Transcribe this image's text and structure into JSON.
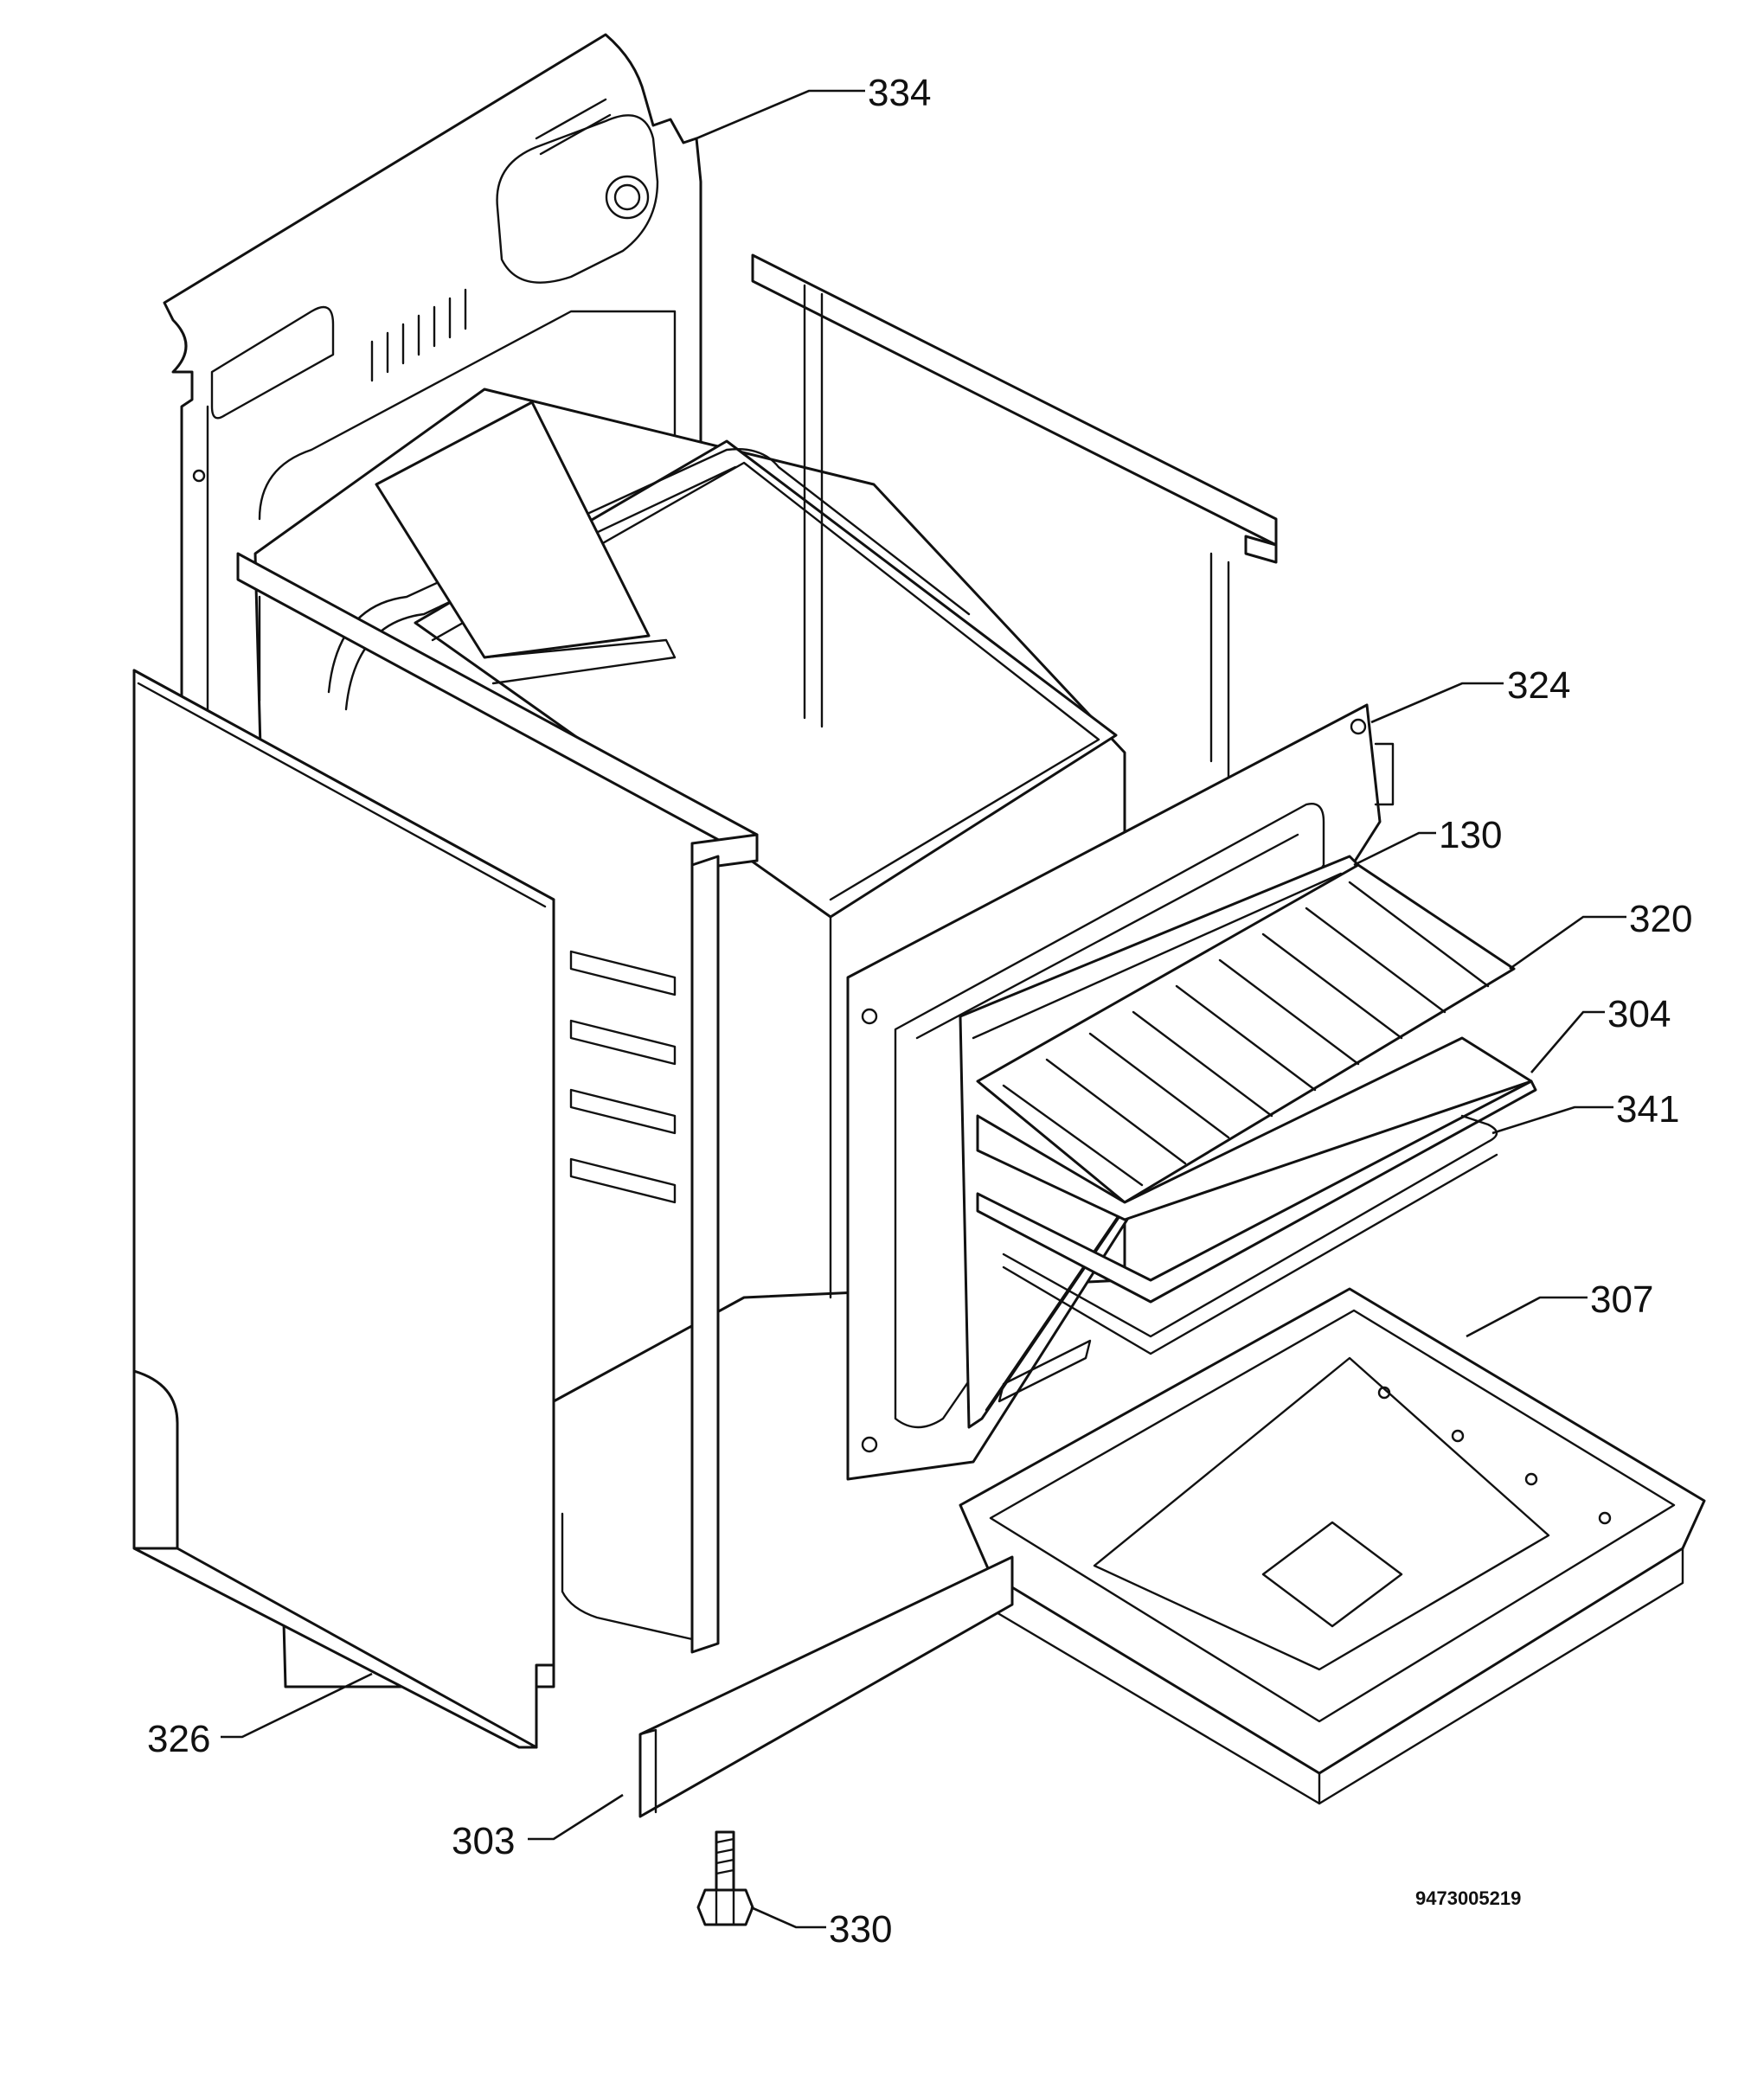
{
  "diagram_code": "9473005219",
  "parts": [
    {
      "id": "p334",
      "number": "334"
    },
    {
      "id": "p324",
      "number": "324"
    },
    {
      "id": "p130",
      "number": "130"
    },
    {
      "id": "p320",
      "number": "320"
    },
    {
      "id": "p304",
      "number": "304"
    },
    {
      "id": "p341",
      "number": "341"
    },
    {
      "id": "p307",
      "number": "307"
    },
    {
      "id": "p326",
      "number": "326"
    },
    {
      "id": "p303",
      "number": "303"
    },
    {
      "id": "p330",
      "number": "330"
    }
  ]
}
